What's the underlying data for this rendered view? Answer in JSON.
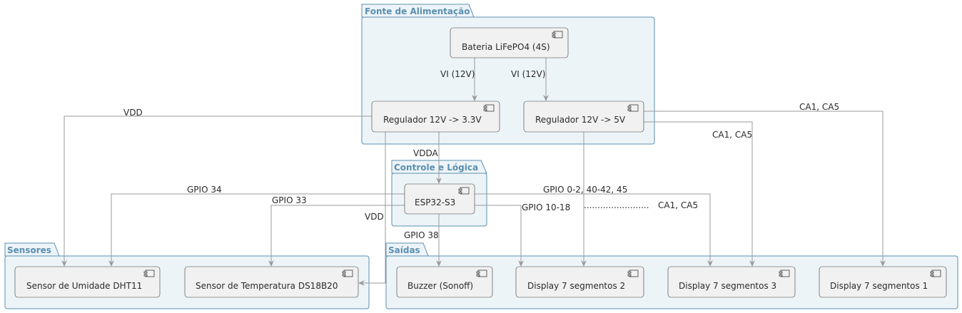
{
  "packages": {
    "power": {
      "title": "Fonte de Alimentação"
    },
    "control": {
      "title": "Controle e Lógica"
    },
    "sensors": {
      "title": "Sensores"
    },
    "outputs": {
      "title": "Saídas"
    }
  },
  "components": {
    "battery": "Bateria LiFePO4 (4S)",
    "reg33": "Regulador 12V -> 3.3V",
    "reg5": "Regulador 12V -> 5V",
    "esp32": "ESP32-S3",
    "dht11": "Sensor de Umidade DHT11",
    "ds18b20": "Sensor de Temperatura DS18B20",
    "buzzer": "Buzzer (Sonoff)",
    "disp2": "Display 7 segmentos 2",
    "disp3": "Display 7 segmentos 3",
    "disp1": "Display 7 segmentos 1"
  },
  "edge_labels": {
    "vi_left": "VI (12V)",
    "vi_right": "VI (12V)",
    "vdd_dht": "VDD",
    "vdda": "VDDA",
    "vdd_ds": "VDD",
    "ca_disp1": "CA1, CA5",
    "ca_disp3": "CA1, CA5",
    "ca_disp2": "CA1, CA5",
    "ca_disp2_dots": "........................",
    "gpio34": "GPIO 34",
    "gpio33": "GPIO 33",
    "gpio_disp3": "GPIO 0-2, 40-42, 45",
    "gpio_disp2": "GPIO 10-18",
    "gpio38": "GPIO 38"
  },
  "icon": "component-icon"
}
